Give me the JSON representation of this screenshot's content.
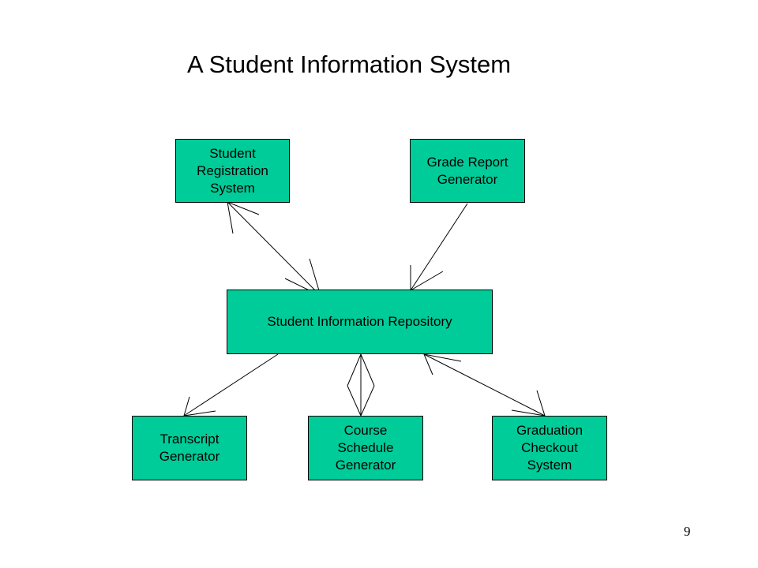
{
  "title": "A Student Information System",
  "page_number": "9",
  "colors": {
    "box_fill": "#00cc99",
    "box_border": "#000000",
    "line": "#000000"
  },
  "nodes": {
    "registration": "Student\nRegistration\nSystem",
    "grade": "Grade Report\nGenerator",
    "repository": "Student Information Repository",
    "transcript": "Transcript\nGenerator",
    "course": "Course\nSchedule\nGenerator",
    "graduation": "Graduation\nCheckout\nSystem"
  },
  "edges": [
    {
      "from": "registration",
      "to": "repository",
      "direction": "both"
    },
    {
      "from": "grade",
      "to": "repository",
      "direction": "forward"
    },
    {
      "from": "repository",
      "to": "transcript",
      "direction": "forward"
    },
    {
      "from": "repository",
      "to": "course",
      "direction": "both"
    },
    {
      "from": "graduation",
      "to": "repository",
      "direction": "both"
    }
  ]
}
